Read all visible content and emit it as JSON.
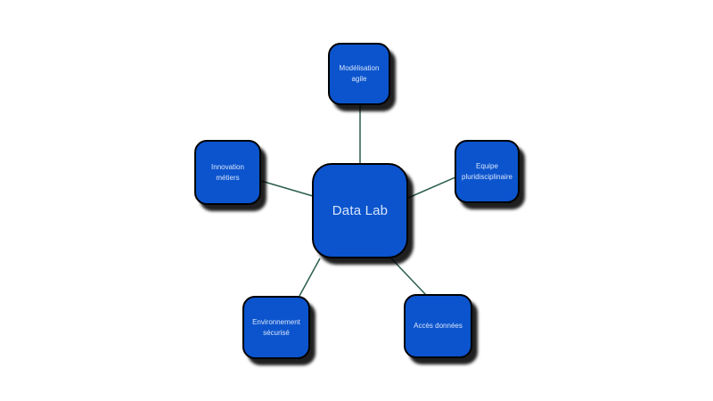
{
  "diagram": {
    "center": {
      "label": "Data Lab"
    },
    "nodes": [
      {
        "id": "modelisation-agile",
        "label": "Modélisation agile",
        "position": "top"
      },
      {
        "id": "equipe-pluridisciplinaire",
        "label": "Equipe pluridisciplinaire",
        "position": "right"
      },
      {
        "id": "acces-donnees",
        "label": "Accès données",
        "position": "bottom-right"
      },
      {
        "id": "environnement-securise",
        "label": "Environnement sécurisé",
        "position": "bottom-left"
      },
      {
        "id": "innovation-metiers",
        "label": "Innovation métiers",
        "position": "left"
      }
    ],
    "colors": {
      "node_fill": "#0b54cd",
      "node_border": "#000000",
      "node_text": "#d9e5fa",
      "node_shadow": "#000000",
      "connector": "#2b5d50",
      "background": "#ffffff"
    }
  }
}
